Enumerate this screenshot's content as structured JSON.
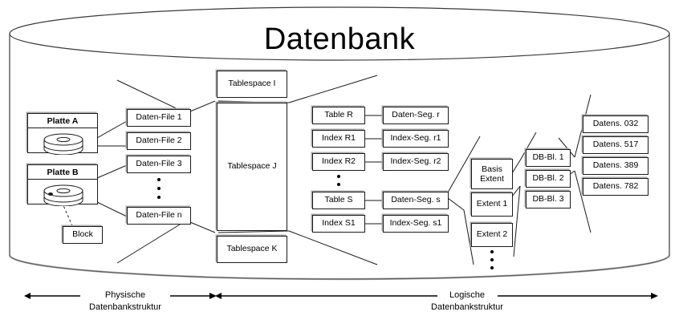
{
  "diagram": {
    "title": "Datenbank",
    "container_shape": "cylinder"
  },
  "physical": {
    "disks": [
      {
        "label": "Platte A",
        "icon": "disk-platter-icon"
      },
      {
        "label": "Platte B",
        "icon": "disk-platter-icon"
      }
    ],
    "block": "Block",
    "datafiles": [
      "Daten-File 1",
      "Daten-File 2",
      "Daten-File 3",
      "Daten-File n"
    ],
    "datafiles_ellipsis": "vertical-ellipsis"
  },
  "tablespaces": [
    "Tablespace I",
    "Tablespace J",
    "Tablespace K"
  ],
  "logical": {
    "objects": [
      "Table R",
      "Index R1",
      "Index R2",
      "Table S",
      "Index S1"
    ],
    "objects_ellipsis": "vertical-ellipsis",
    "segments": [
      "Daten-Seg. r",
      "Index-Seg. r1",
      "Index-Seg. r2",
      "Daten-Seg. s",
      "Index-Seg. s1"
    ],
    "extents": [
      "Basis Extent",
      "Extent 1",
      "Extent 2"
    ],
    "extents_basis_line1": "Basis",
    "extents_basis_line2": "Extent",
    "extents_ellipsis": "vertical-ellipsis",
    "blocks": [
      "DB-Bl. 1",
      "DB-Bl. 2",
      "DB-Bl. 3"
    ],
    "records": [
      "Datens. 032",
      "Datens. 517",
      "Datens. 389",
      "Datens. 782"
    ]
  },
  "axes": [
    {
      "line1": "Physische",
      "line2": "Datenbankstruktur"
    },
    {
      "line1": "Logische",
      "line2": "Datenbankstruktur"
    }
  ],
  "colors": {
    "stroke": "#1a1a1a",
    "shadow": "#a8a8a8",
    "background": "#ffffff"
  }
}
